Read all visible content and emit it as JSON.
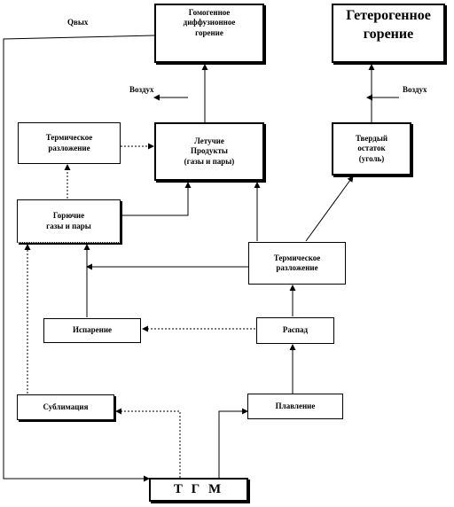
{
  "labels": {
    "q_out": "Qвых",
    "air_left": "Воздух",
    "air_right": "Воздух"
  },
  "boxes": {
    "homogeneous": "Гомогенное\nдиффузионное\nгорение",
    "heterogeneous": "Гетерогенное\nгорение",
    "thermal_decomp_top": "Термическое\nразложение",
    "volatile": "Летучие\nПродукты\n(газы и пары)",
    "solid_residue": "Твердый\nостаток\n(уголь)",
    "combustible": "Горючие\nгазы и пары",
    "thermal_decomp_mid": "Термическое\nразложение",
    "evaporation": "Испарение",
    "decomposition": "Распад",
    "sublimation": "Сублимация",
    "melting": "Плавление",
    "tgm": "Т Г М"
  }
}
